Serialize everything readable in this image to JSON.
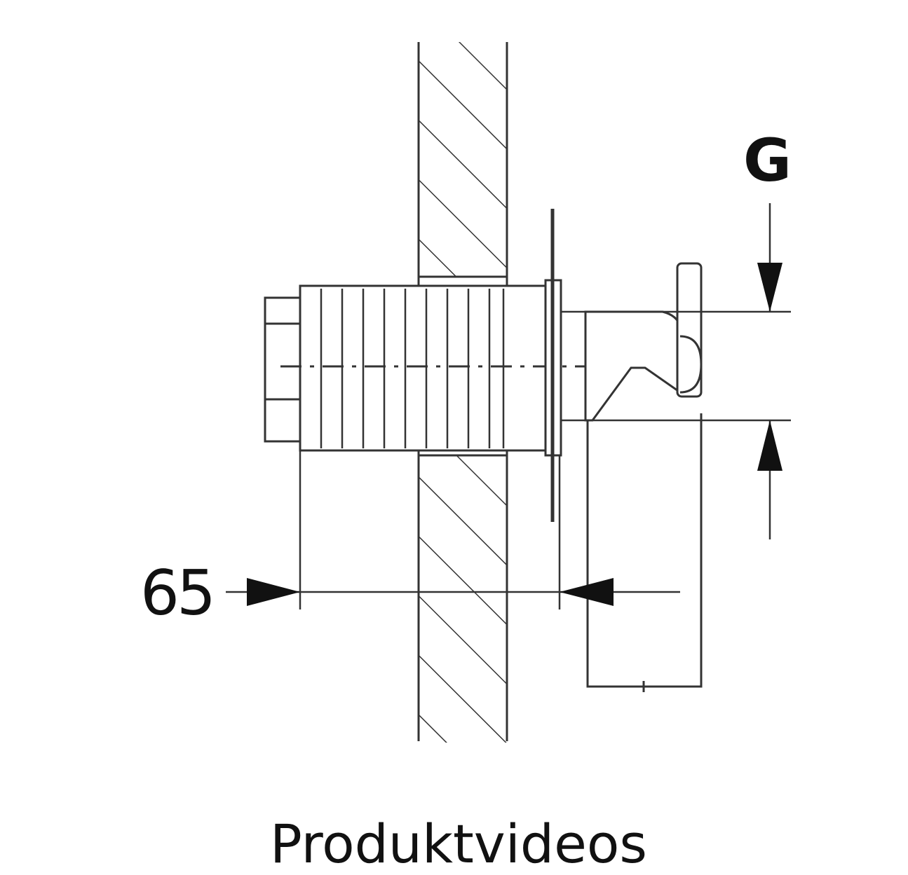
{
  "labels": {
    "dimension_g": "G",
    "dimension_65": "65"
  },
  "caption": "Produktvideos"
}
